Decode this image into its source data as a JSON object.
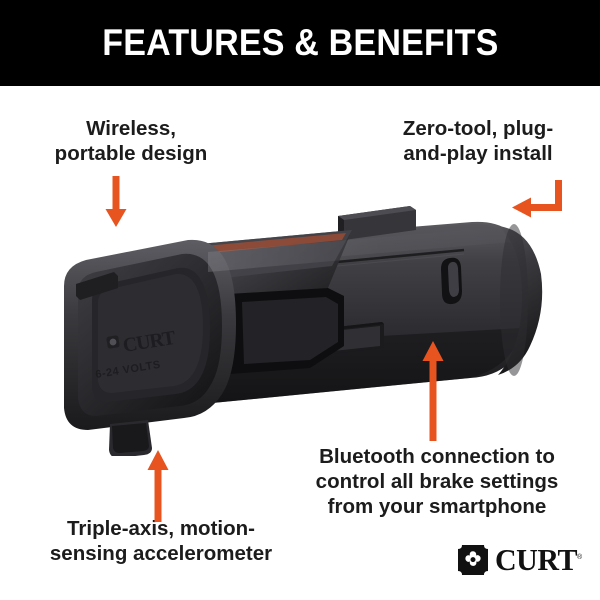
{
  "header": {
    "title": "FEATURES & BENEFITS",
    "background_color": "#000000",
    "text_color": "#FFFFFF"
  },
  "theme": {
    "accent_orange": "#E8541F",
    "text_color": "#1C1C1C",
    "page_background": "#FFFFFF",
    "product_body_color": "#3A3A3C"
  },
  "callouts": [
    {
      "id": "wireless",
      "text": "Wireless,\nportable design",
      "arrow": "down-arrow-wireless"
    },
    {
      "id": "zero_tool",
      "text": "Zero-tool, plug-\nand-play install",
      "arrow": "elbow-arrow-zero-tool"
    },
    {
      "id": "bluetooth",
      "text": "Bluetooth connection to\ncontrol all brake settings\nfrom your smartphone",
      "arrow": "up-arrow-bluetooth"
    },
    {
      "id": "accelerometer",
      "text": "Triple-axis, motion-\nsensing accelerometer",
      "arrow": "up-arrow-accelerometer"
    }
  ],
  "product": {
    "name": "wireless-brake-controller",
    "cap_embossed_logo": "CURT",
    "cap_embossed_voltage": "6-24 VOLTS"
  },
  "brand": {
    "wordmark": "CURT",
    "trademark": "®",
    "mark_name": "curt-pinwheel-logo"
  }
}
